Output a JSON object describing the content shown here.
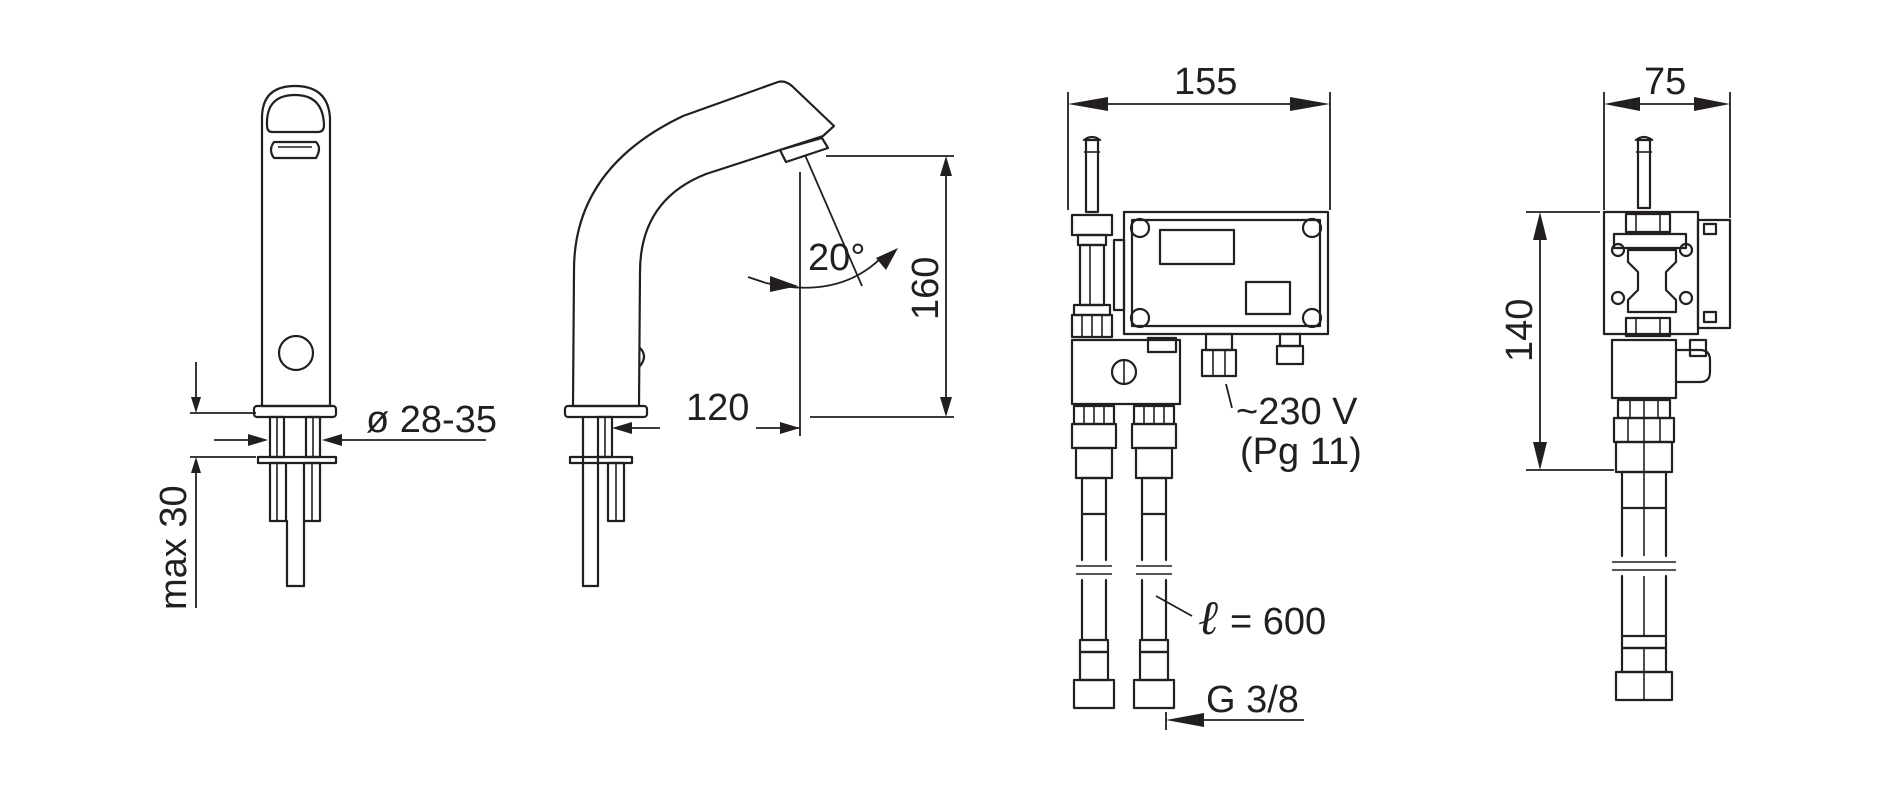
{
  "dimensions": {
    "max_depth": "max 30",
    "hole_diameter": "ø 28-35",
    "reach": "120",
    "height": "160",
    "spray_angle": "20°",
    "box_width": "155",
    "box_depth": "75",
    "box_height": "140",
    "voltage": "~230 V",
    "gland": "(Pg 11)",
    "hose_length_symbol": "ℓ",
    "hose_length_value": "= 600",
    "thread": "G 3/8"
  }
}
